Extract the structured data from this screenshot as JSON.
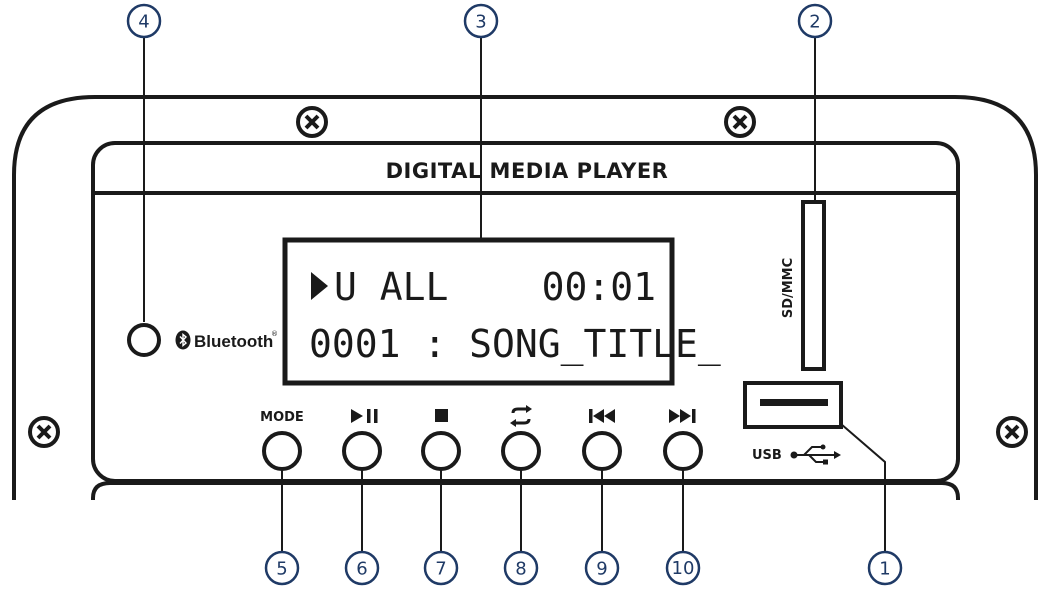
{
  "header": {
    "title": "DIGITAL MEDIA PLAYER"
  },
  "display": {
    "line1_left": "U ALL",
    "line1_right": "00:01",
    "line2": "0001 : SONG_TITLE_"
  },
  "labels": {
    "bluetooth": "Bluetooth",
    "bluetooth_mark": "®",
    "sd_slot": "SD/MMC",
    "usb": "USB",
    "mode": "MODE"
  },
  "callouts": {
    "usb_port": "1",
    "sd_slot": "2",
    "display": "3",
    "bluetooth_indicator": "4",
    "mode_button": "5",
    "play_pause_button": "6",
    "stop_button": "7",
    "repeat_button": "8",
    "previous_button": "9",
    "next_button": "10"
  },
  "icons": {
    "play_pause": "play-pause-icon",
    "stop": "stop-icon",
    "repeat": "repeat-icon",
    "previous": "previous-icon",
    "next": "next-icon",
    "usb_symbol": "usb-trident-icon",
    "bluetooth_symbol": "bluetooth-icon",
    "screw": "screw-icon"
  },
  "colors": {
    "line": "#1a1a1a",
    "callout": "#1f3a66"
  }
}
